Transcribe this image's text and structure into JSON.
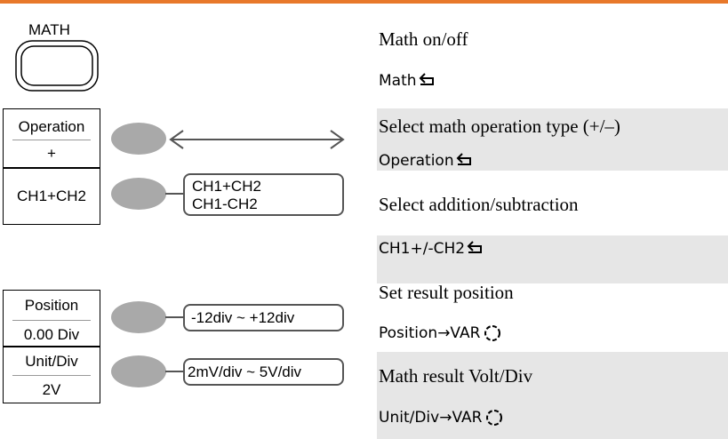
{
  "math_button": {
    "label": "MATH"
  },
  "softkeys": {
    "operation": {
      "title": "Operation",
      "value": "+"
    },
    "source": {
      "label": "CH1+CH2"
    },
    "position": {
      "title": "Position",
      "value": "0.00 Div"
    },
    "unit": {
      "title": "Unit/Div",
      "value": "2V"
    }
  },
  "options": {
    "line1": "CH1+CH2",
    "line2": "CH1-CH2"
  },
  "ranges": {
    "position": "-12div ~ +12div",
    "unit": "2mV/div ~ 5V/div"
  },
  "descriptions": [
    {
      "text": "Math on/off",
      "command": "Math",
      "icon": "return-arrow-icon"
    },
    {
      "text": "Select math operation type (+/–)",
      "command": "Operation",
      "icon": "return-arrow-icon"
    },
    {
      "text": "Select addition/subtraction",
      "command": "CH1+/-CH2",
      "icon": "return-arrow-icon"
    },
    {
      "text": "Set result position",
      "command": "Position→VAR",
      "icon": "variable-knob-icon"
    },
    {
      "text": "Math result Volt/Div",
      "command": "Unit/Div→VAR",
      "icon": "variable-knob-icon"
    }
  ],
  "colors": {
    "accent": "#e8782a",
    "row_shade": "#e6e6e6",
    "knob": "#a9a9a9"
  }
}
